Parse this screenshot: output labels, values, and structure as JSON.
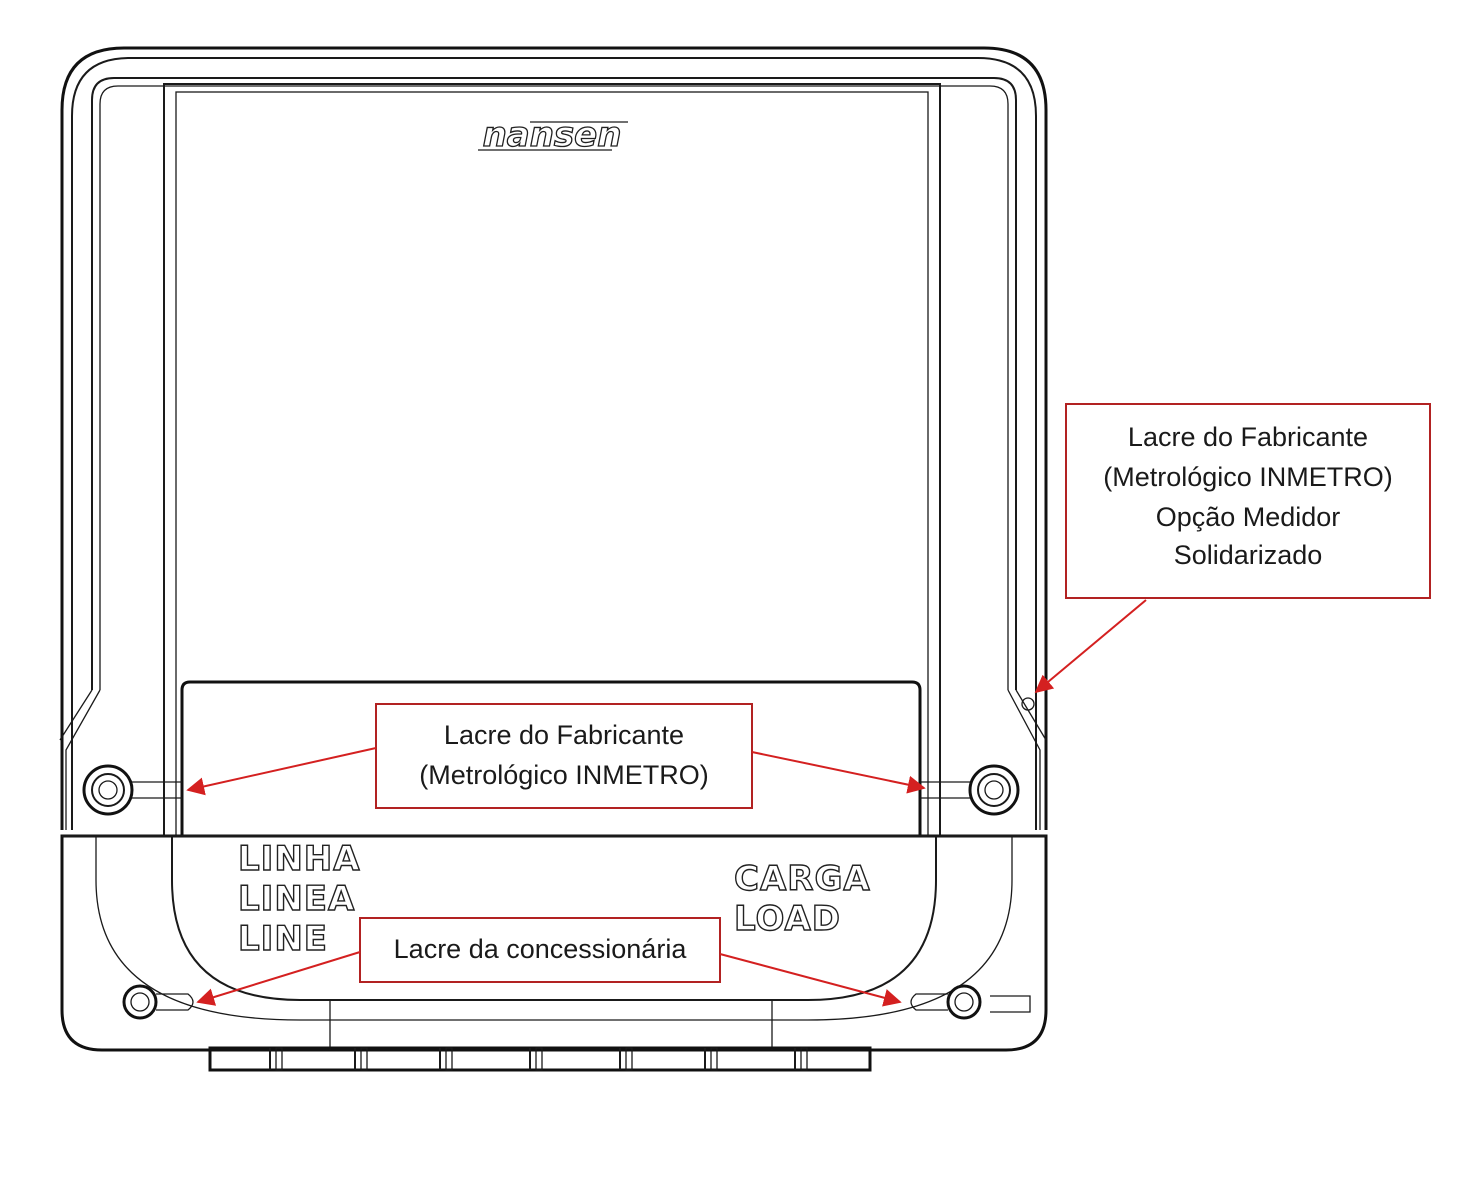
{
  "colors": {
    "drawing_line": "#1a1a1a",
    "callout_border": "#b22222",
    "arrow": "#d42020",
    "background": "#ffffff"
  },
  "meter": {
    "brand_logo": "nansen",
    "line_labels": [
      "LINHA",
      "LINEA",
      "LINE"
    ],
    "load_labels": [
      "CARGA",
      "LOAD"
    ]
  },
  "callouts": {
    "manufacturer_seal": {
      "lines": [
        "Lacre do Fabricante",
        "(Metrológico INMETRO)"
      ]
    },
    "utility_seal": {
      "lines": [
        "Lacre da concessionária"
      ]
    },
    "manufacturer_seal_option": {
      "lines": [
        "Lacre do Fabricante",
        "(Metrológico INMETRO)",
        "Opção Medidor",
        "Solidarizado"
      ]
    }
  }
}
